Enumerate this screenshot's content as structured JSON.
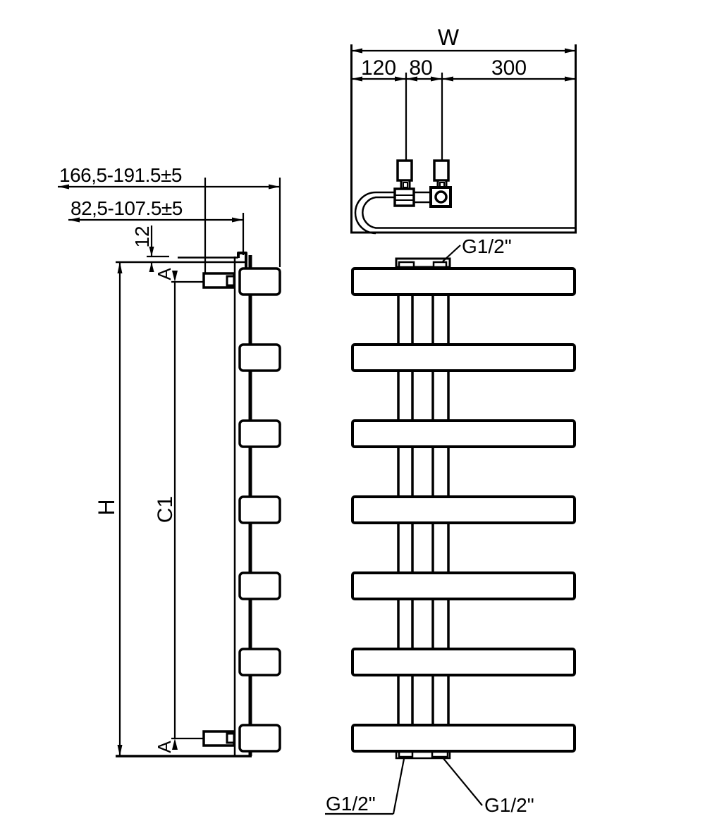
{
  "colors": {
    "line": "#000000",
    "background": "#ffffff"
  },
  "top_view": {
    "width_label": "W",
    "segment_labels": [
      "120",
      "80",
      "300"
    ]
  },
  "side_view": {
    "wall_offset_max": "166,5-191.5±5",
    "wall_offset_min": "82,5-107.5±5",
    "bracket_offset": "12",
    "height_label": "H",
    "centers_label": "C1",
    "section_top": "A",
    "section_bottom": "A"
  },
  "front_view": {
    "thread_top": "G1/2\"",
    "thread_bottom_left": "G1/2\"",
    "thread_bottom_right": "G1/2\""
  }
}
